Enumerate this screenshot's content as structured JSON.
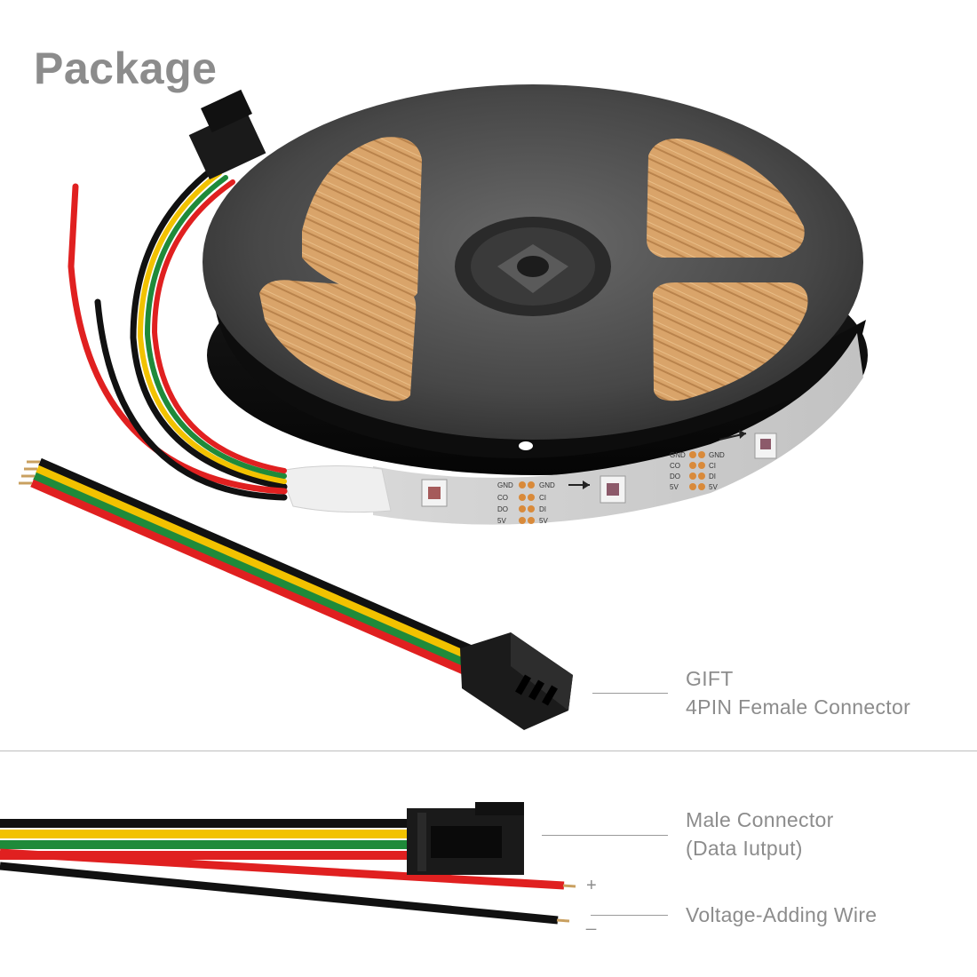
{
  "heading": "Package",
  "callouts": {
    "gift_line1": "GIFT",
    "gift_line2": "4PIN Female Connector",
    "male_line1": "Male Connector",
    "male_line2": "(Data Iutput)",
    "voltage": "Voltage-Adding Wire"
  },
  "signs": {
    "plus": "+",
    "minus": "_"
  },
  "strip_pads": [
    "GND",
    "CO",
    "DO",
    "5V"
  ],
  "strip_pads_right": [
    "GND",
    "CI",
    "DI",
    "5V"
  ],
  "colors": {
    "wire_black": "#111111",
    "wire_yellow": "#f2c200",
    "wire_green": "#1f8a3a",
    "wire_red": "#e02020",
    "reel": "#4a4a4a",
    "label_gray": "#8c8c8c"
  }
}
